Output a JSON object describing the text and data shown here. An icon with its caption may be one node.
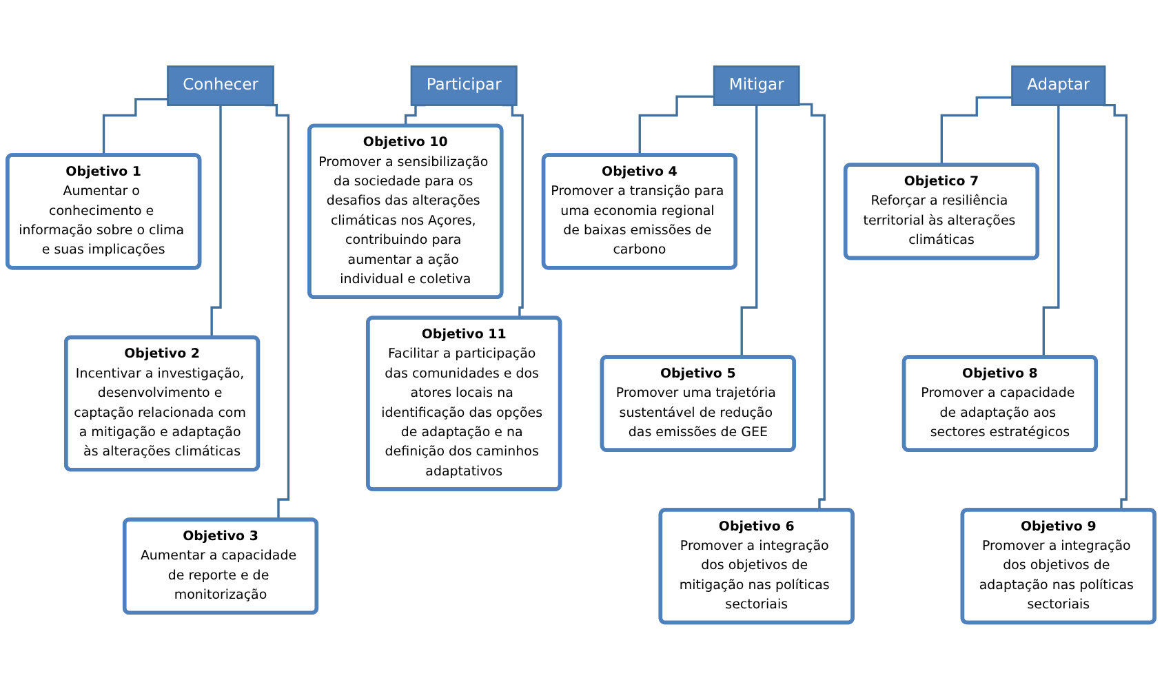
{
  "diagram": {
    "nodes": [
      {
        "text": [
          "Conhecer"
        ]
      },
      {
        "text": [
          "Objetivo 1",
          "Aumentar o conhecimento e informação sobre o clima e suas implicações"
        ]
      },
      {
        "text": [
          "Objetivo 2",
          "Incentivar a investigação, desenvolvimento e captação relacionada com a mitigação e adaptação às alterações climáticas"
        ]
      },
      {
        "text": [
          "Objetivo 3",
          "Aumentar a capacidade de reporte e de monitorização"
        ]
      },
      {
        "text": [
          "Mitigar"
        ]
      },
      {
        "text": [
          "Objetivo 4",
          "Promover a transição para uma economia regional de baixas emissões de carbono"
        ]
      },
      {
        "text": [
          "Objetivo 5",
          "Promover uma trajetória sustentável de redução das emissões de GEE"
        ]
      },
      {
        "text": [
          "Objetivo 6",
          "Promover a integração dos objetivos de mitigação nas políticas sectoriais"
        ]
      },
      {
        "text": [
          "Adaptar"
        ]
      },
      {
        "text": [
          "Objetico 7",
          "Reforçar a resiliência territorial às alterações climáticas"
        ]
      },
      {
        "text": [
          "Objetivo 8",
          "Promover a capacidade de adaptação aos sectores estratégicos"
        ]
      },
      {
        "text": [
          "Objetivo 9",
          "Promover a integração dos objetivos de adaptação nas políticas sectoriais"
        ]
      },
      {
        "text": [
          "Participar"
        ]
      },
      {
        "text": [
          "Objetivo 10",
          "Promover a sensibilização da sociedade para os desafios das alterações climáticas nos Açores, contribuindo para aumentar a ação individual e coletiva"
        ]
      },
      {
        "text": [
          "Objetivo 11",
          "Facilitar a participação das comunidades e dos atores locais na identificação das opções de adaptação e na definição dos caminhos adaptativos"
        ]
      }
    ],
    "edges": [
      {
        "from": 0,
        "to": 1,
        "arrow": "none"
      },
      {
        "from": 0,
        "to": 2,
        "arrow": "none"
      },
      {
        "from": 0,
        "to": 3,
        "arrow": "none"
      },
      {
        "from": 4,
        "to": 5,
        "arrow": "none"
      },
      {
        "from": 4,
        "to": 6,
        "arrow": "none"
      },
      {
        "from": 4,
        "to": 7,
        "arrow": "none"
      },
      {
        "from": 8,
        "to": 9,
        "arrow": "none"
      },
      {
        "from": 8,
        "to": 10,
        "arrow": "none"
      },
      {
        "from": 8,
        "to": 11,
        "arrow": "none"
      },
      {
        "from": 12,
        "to": 13,
        "arrow": "none"
      },
      {
        "from": 12,
        "to": 14,
        "arrow": "none"
      }
    ]
  }
}
